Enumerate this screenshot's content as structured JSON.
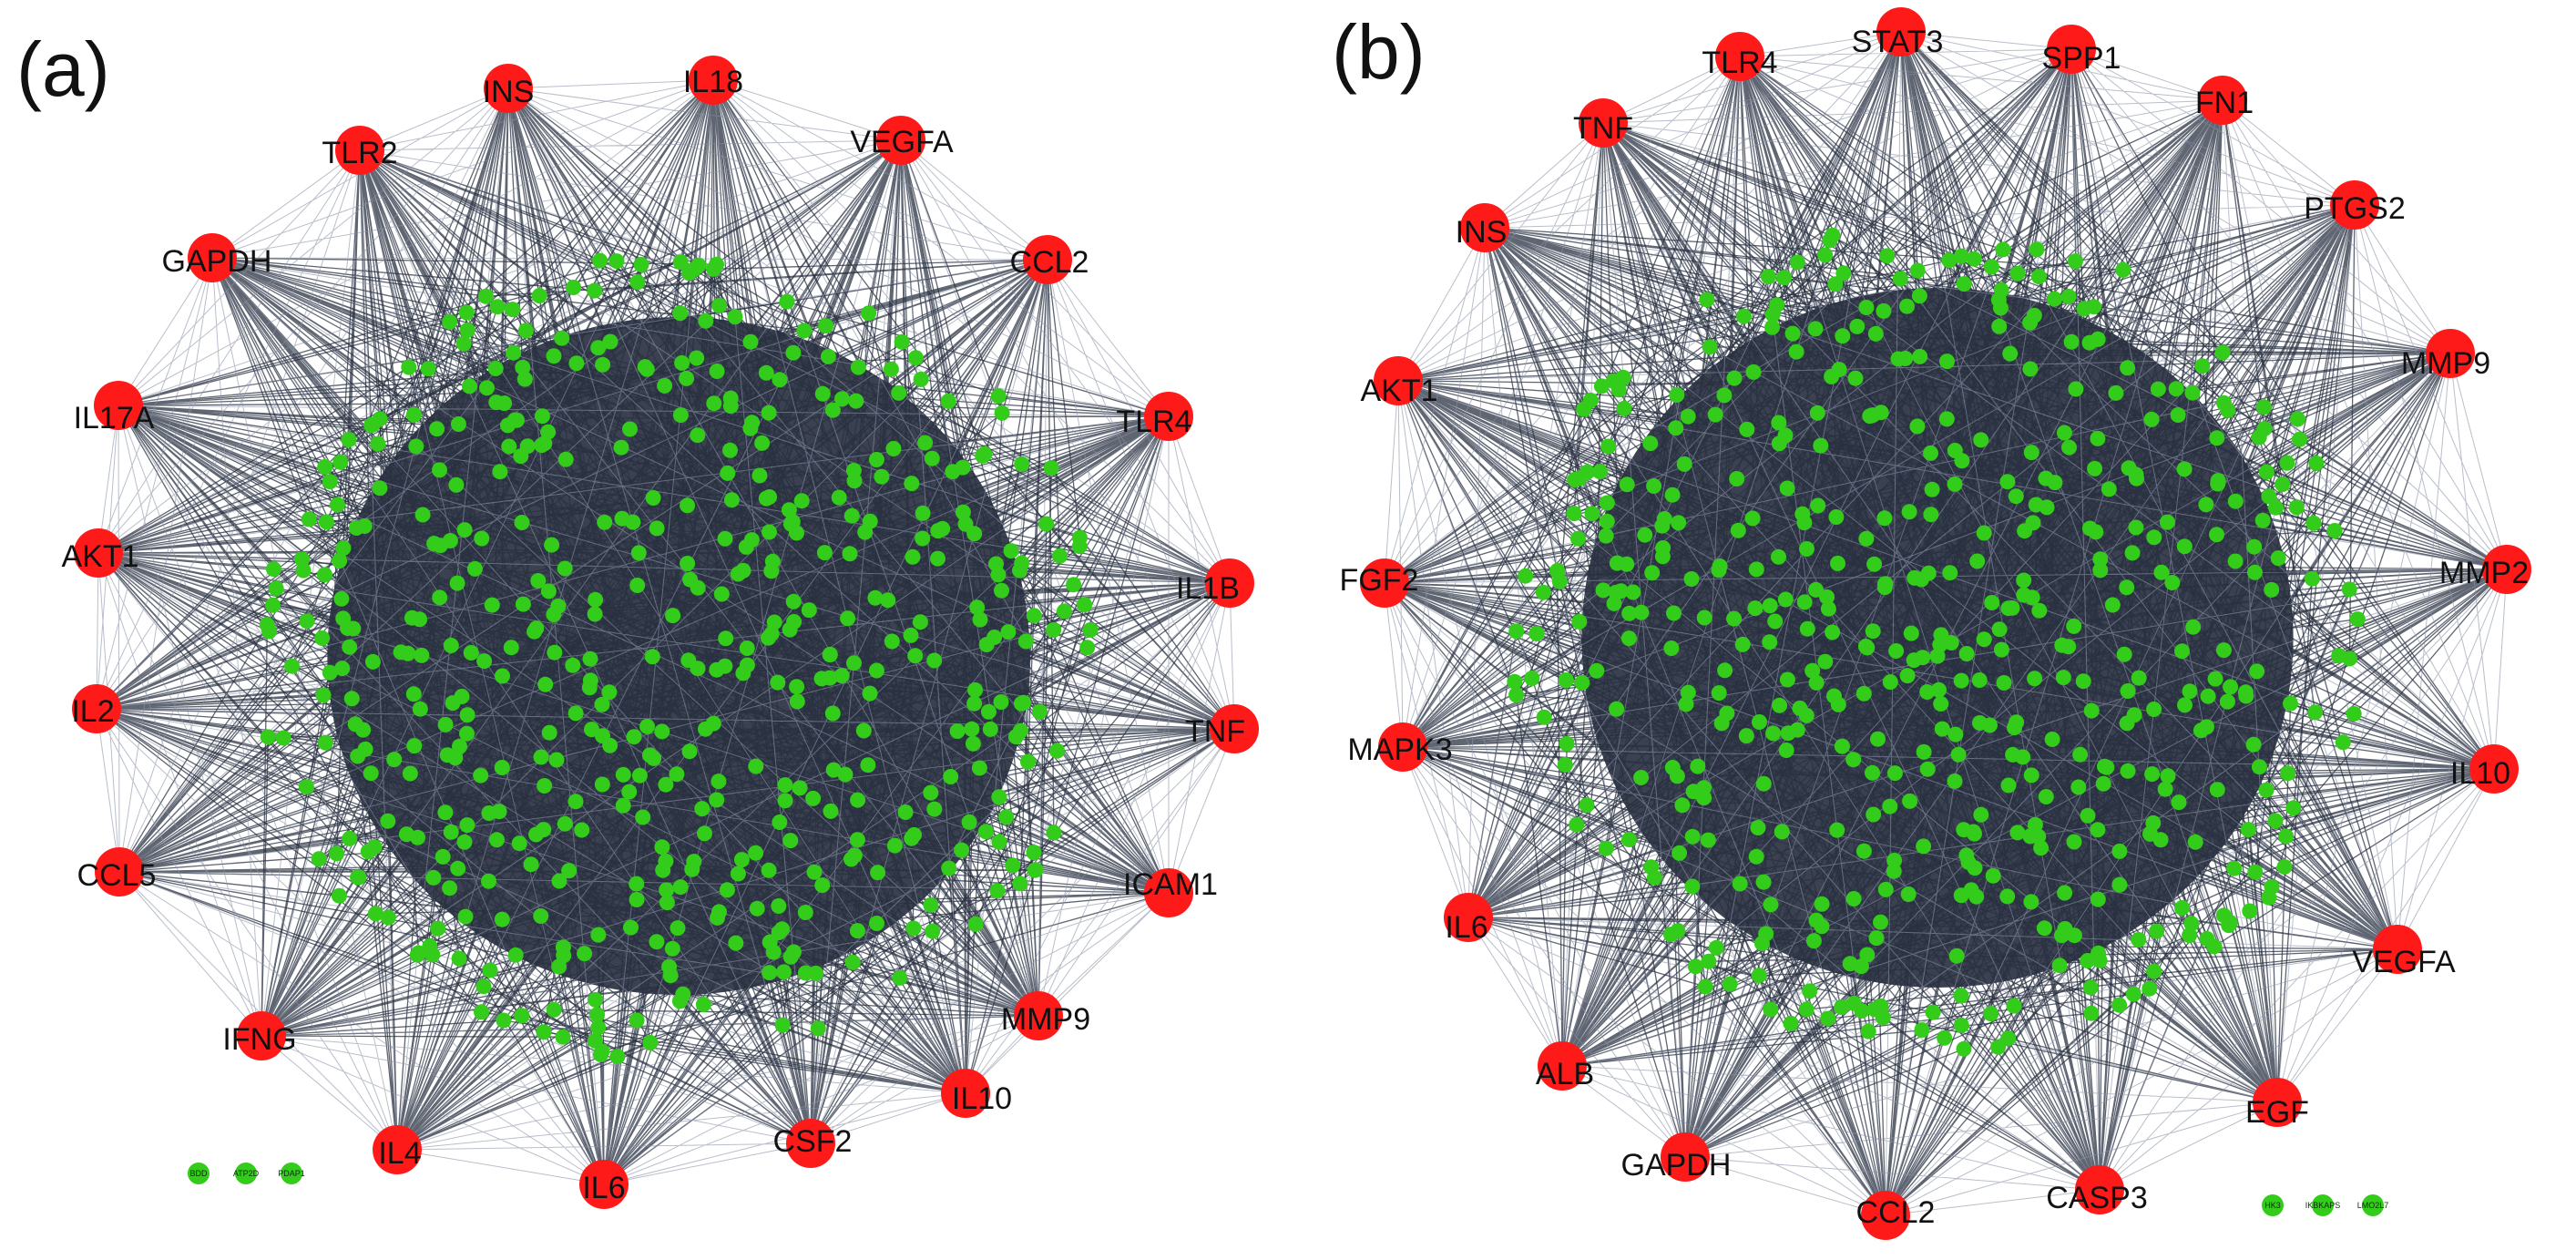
{
  "colors": {
    "hub": "#ff1a1a",
    "node": "#33cc1a",
    "edge": "#2a3142",
    "text": "#111111",
    "background": "#ffffff"
  },
  "panels": [
    {
      "id": "a",
      "label": "(a)",
      "hubs": [
        "INS",
        "IL18",
        "VEGFA",
        "CCL2",
        "TLR4",
        "IL1B",
        "TNF",
        "ICAM1",
        "MMP9",
        "IL10",
        "CSF2",
        "IL6",
        "IL4",
        "IFNG",
        "CCL5",
        "IL2",
        "AKT1",
        "IL17A",
        "GAPDH",
        "TLR2"
      ],
      "isolated_nodes": [
        "BDD",
        "ATP2D",
        "PDAP1"
      ]
    },
    {
      "id": "b",
      "label": "(b)",
      "hubs": [
        "STAT3",
        "SPP1",
        "FN1",
        "PTGS2",
        "MMP9",
        "MMP2",
        "IL10",
        "VEGFA",
        "EGF",
        "CASP3",
        "CCL2",
        "GAPDH",
        "ALB",
        "IL6",
        "MAPK3",
        "FGF2",
        "AKT1",
        "INS",
        "TNF",
        "TLR4"
      ],
      "isolated_nodes": [
        "HK3",
        "IKBKAPS",
        "LMO2L7"
      ]
    }
  ]
}
